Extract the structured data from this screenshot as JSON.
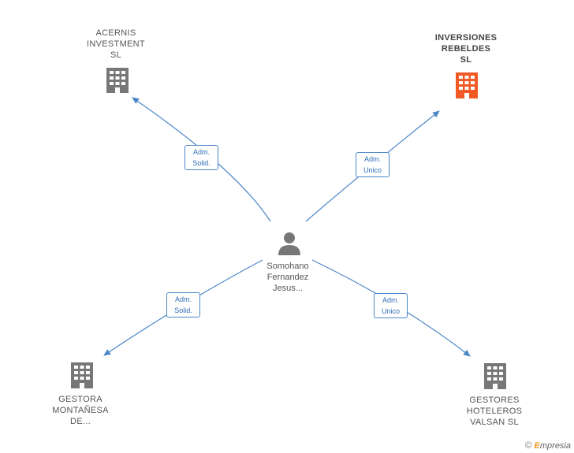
{
  "center": {
    "name_lines": [
      "Somohano",
      "Fernandez",
      "Jesus..."
    ]
  },
  "companies": [
    {
      "id": "acernis",
      "name_lines": [
        "ACERNIS",
        "INVESTMENT",
        "SL"
      ],
      "highlight": false
    },
    {
      "id": "inversiones",
      "name_lines": [
        "INVERSIONES",
        "REBELDES",
        "SL"
      ],
      "highlight": true
    },
    {
      "id": "gestora",
      "name_lines": [
        "GESTORA",
        "MONTAÑESA",
        "DE..."
      ],
      "highlight": false
    },
    {
      "id": "gestores",
      "name_lines": [
        "GESTORES",
        "HOTELEROS",
        "VALSAN  SL"
      ],
      "highlight": false
    }
  ],
  "relations": [
    {
      "to": "acernis",
      "label_lines": [
        "Adm.",
        "Solid."
      ]
    },
    {
      "to": "inversiones",
      "label_lines": [
        "Adm.",
        "Unico"
      ]
    },
    {
      "to": "gestora",
      "label_lines": [
        "Adm.",
        "Solid."
      ]
    },
    {
      "to": "gestores",
      "label_lines": [
        "Adm.",
        "Unico"
      ]
    }
  ],
  "colors": {
    "edge": "#4a86c8",
    "building": "#777777",
    "building_highlight": "#f15a24",
    "person": "#777777"
  },
  "footer": {
    "copyright": "©",
    "brand_initial": "E",
    "brand_rest": "mpresia"
  }
}
